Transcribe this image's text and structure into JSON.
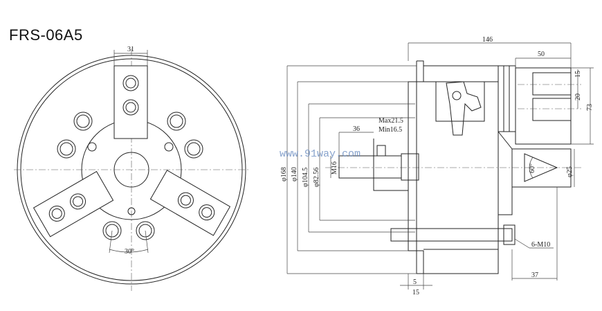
{
  "title": "FRS-06A5",
  "watermark": "www.91way.com",
  "front_view": {
    "jaw_width": "31",
    "hole_angle": "30°"
  },
  "side_view": {
    "overall_length": "146",
    "cylinder_length": "50",
    "port_offset": "15",
    "port_spacing": "20",
    "cylinder_height": "73",
    "stroke_max": "Max21.5",
    "stroke_min": "Min16.5",
    "draw_bar_length": "36",
    "dia_168": "φ168",
    "dia_140": "φ140",
    "dia_104": "φ104.5",
    "dia_82": "φ82.56",
    "thread": "M16",
    "dia_25": "φ25",
    "angle": "60°",
    "bolts": "6-M10",
    "dim_5": "5",
    "dim_15": "15",
    "dim_37": "37"
  }
}
